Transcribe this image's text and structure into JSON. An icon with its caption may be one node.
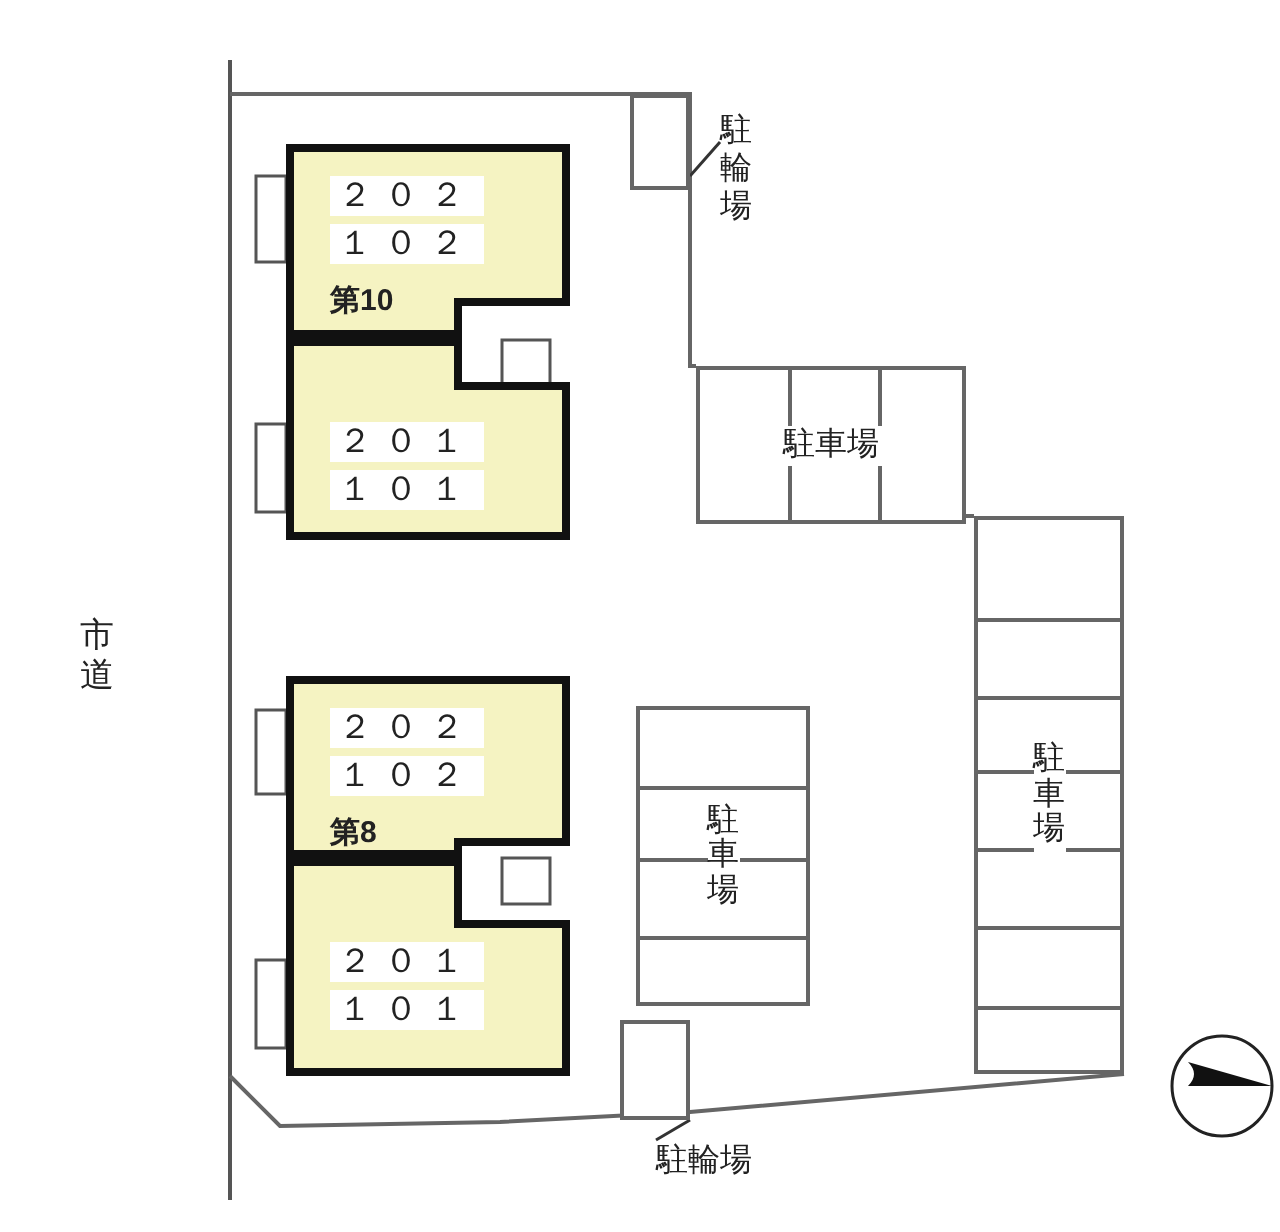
{
  "diagram": {
    "nodes": [
      {
        "text": [
          "２０２",
          "１０２",
          "第10"
        ]
      },
      {
        "text": [
          "２０１",
          "１０１"
        ]
      },
      {
        "text": [
          "２０２",
          "１０２",
          "第8"
        ]
      },
      {
        "text": [
          "２０１",
          "１０１"
        ]
      },
      {
        "text": [
          "駐車場"
        ]
      },
      {
        "text": [
          "駐車場"
        ]
      },
      {
        "text": [
          "駐車場"
        ]
      },
      {
        "text": [],
        "shape": "box"
      },
      {
        "text": [
          "駐輪場"
        ]
      },
      {
        "text": [],
        "shape": "box"
      },
      {
        "text": [
          "駐輪場"
        ]
      }
    ],
    "edges": [
      {
        "from": 8,
        "to": 7,
        "arrow": "none"
      },
      {
        "from": 10,
        "to": 9,
        "arrow": "none"
      }
    ],
    "labels": [
      "市道"
    ]
  }
}
